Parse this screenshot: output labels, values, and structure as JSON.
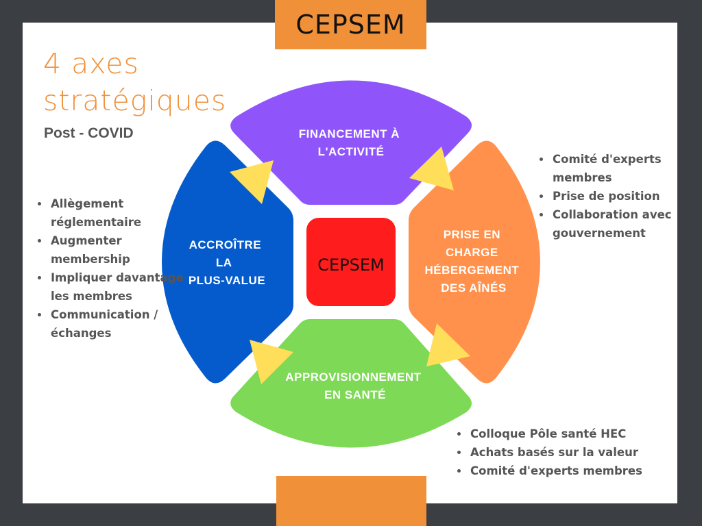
{
  "header_tab": "CEPSEM",
  "title_line1": "4 axes",
  "title_line2": "stratégiques",
  "subtitle": "Post - COVID",
  "center_label": "CEPSEM",
  "axes": {
    "top": {
      "lines": [
        "FINANCEMENT À",
        "L'ACTIVITÉ"
      ],
      "color": "#8f55fb"
    },
    "left": {
      "lines": [
        "ACCROÎTRE",
        "LA",
        "PLUS-VALUE"
      ],
      "color": "#055bcc"
    },
    "right": {
      "lines": [
        "PRISE EN",
        "CHARGE",
        "HÉBERGEMENT",
        "DES AÎNÉS"
      ],
      "color": "#ff914d"
    },
    "bottom": {
      "lines": [
        "APPROVISIONNEMENT",
        "EN SANTÉ"
      ],
      "color": "#7ed957"
    }
  },
  "left_list": [
    "Allègement réglementaire",
    "Augmenter membership",
    "Impliquer davantage les membres",
    "Communication / échanges"
  ],
  "right_list": [
    "Comité d'experts membres",
    "Prise de position",
    "Collaboration avec gouvernement"
  ],
  "bottom_list": [
    "Colloque Pôle santé HEC",
    "Achats basés sur la valeur",
    "Comité d'experts membres"
  ],
  "colors": {
    "accent": "#f0913a",
    "center": "#ff1c1c",
    "arrow": "#ffde59"
  }
}
